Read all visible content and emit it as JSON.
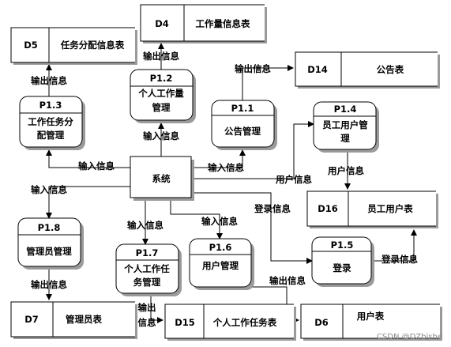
{
  "processes": {
    "p11": {
      "id": "P1.1",
      "lines": [
        "公告管理"
      ]
    },
    "p12": {
      "id": "P1.2",
      "lines": [
        "个人工作量",
        "管理"
      ]
    },
    "p13": {
      "id": "P1.3",
      "lines": [
        "工作任务分",
        "配管理"
      ]
    },
    "p14": {
      "id": "P1.4",
      "lines": [
        "员工用户管",
        "理"
      ]
    },
    "p15": {
      "id": "P1.5",
      "lines": [
        "登录"
      ]
    },
    "p16": {
      "id": "P1.6",
      "lines": [
        "用户管理"
      ]
    },
    "p17": {
      "id": "P1.7",
      "lines": [
        "个人工作任",
        "务管理"
      ]
    },
    "p18": {
      "id": "P1.8",
      "lines": [
        "管理员管理"
      ]
    }
  },
  "system": {
    "label": "系统"
  },
  "stores": {
    "d4": {
      "id": "D4",
      "name": "工作量信息表"
    },
    "d5": {
      "id": "D5",
      "name": "任务分配信息表"
    },
    "d14": {
      "id": "D14",
      "name": "公告表"
    },
    "d16": {
      "id": "D16",
      "name": "员工用户表"
    },
    "d7": {
      "id": "D7",
      "name": "管理员表"
    },
    "d15": {
      "id": "D15",
      "name": "个人工作任务表"
    },
    "d6": {
      "id": "D6",
      "name": "用户表"
    }
  },
  "flows": {
    "out_d4": "输出信息",
    "out_d5": "输出信息",
    "out_d14": "输出信息",
    "in_p12": "输入信息",
    "in_p13": "输入信息",
    "in_p11": "输入信息",
    "user_p14": "用户信息",
    "user_d16": "用户信息",
    "in_p18": "输入信息",
    "login_sys": "登录信息",
    "in_p17": "输入信息",
    "in_p16": "输入信息",
    "login_d16": "登录信息",
    "out_d7": "输出信息",
    "out_d15_1": "输出",
    "out_d15_2": "信息",
    "out_d6": "输出信息"
  },
  "watermark": "CSDN @DZbjshe"
}
